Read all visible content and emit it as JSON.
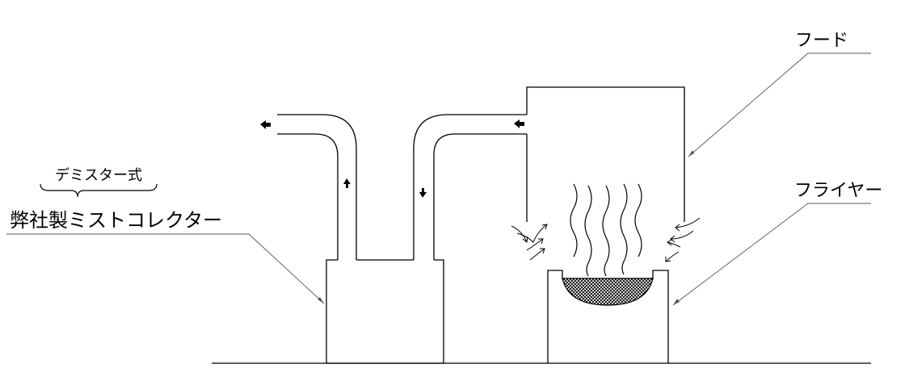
{
  "labels": {
    "hood": "フード",
    "fryer": "フライヤー",
    "collector": "弊社製ミストコレクター",
    "demister": "デミスター式"
  },
  "colors": {
    "line": "#000000",
    "leader": "#555555",
    "background": "#ffffff"
  }
}
